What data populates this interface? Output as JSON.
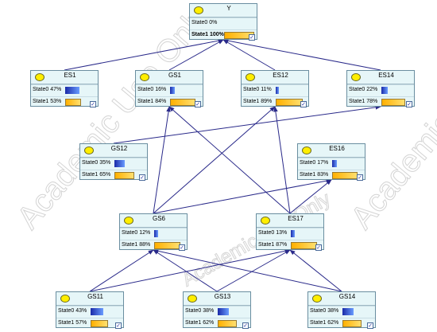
{
  "watermark": "Academic Use Only",
  "nodes": [
    {
      "id": "Y",
      "rows": [
        {
          "label": "State0",
          "value": "0%"
        },
        {
          "label": "State1",
          "value": "100%"
        }
      ],
      "p0": 0,
      "p1": 100
    },
    {
      "id": "ES1",
      "rows": [
        {
          "label": "State0",
          "value": "47%"
        },
        {
          "label": "State1",
          "value": "53%"
        }
      ],
      "p0": 47,
      "p1": 53
    },
    {
      "id": "GS1",
      "rows": [
        {
          "label": "State0",
          "value": "16%"
        },
        {
          "label": "State1",
          "value": "84%"
        }
      ],
      "p0": 16,
      "p1": 84
    },
    {
      "id": "ES12",
      "rows": [
        {
          "label": "State0",
          "value": "11%"
        },
        {
          "label": "State1",
          "value": "89%"
        }
      ],
      "p0": 11,
      "p1": 89
    },
    {
      "id": "ES14",
      "rows": [
        {
          "label": "State0",
          "value": "22%"
        },
        {
          "label": "State1",
          "value": "78%"
        }
      ],
      "p0": 22,
      "p1": 78
    },
    {
      "id": "GS12",
      "rows": [
        {
          "label": "State0",
          "value": "35%"
        },
        {
          "label": "State1",
          "value": "65%"
        }
      ],
      "p0": 35,
      "p1": 65
    },
    {
      "id": "ES16",
      "rows": [
        {
          "label": "State0",
          "value": "17%"
        },
        {
          "label": "State1",
          "value": "83%"
        }
      ],
      "p0": 17,
      "p1": 83
    },
    {
      "id": "GS6",
      "rows": [
        {
          "label": "State0",
          "value": "12%"
        },
        {
          "label": "State1",
          "value": "88%"
        }
      ],
      "p0": 12,
      "p1": 88
    },
    {
      "id": "ES17",
      "rows": [
        {
          "label": "State0",
          "value": "13%"
        },
        {
          "label": "State1",
          "value": "87%"
        }
      ],
      "p0": 13,
      "p1": 87
    },
    {
      "id": "GS11",
      "rows": [
        {
          "label": "State0",
          "value": "43%"
        },
        {
          "label": "State1",
          "value": "57%"
        }
      ],
      "p0": 43,
      "p1": 57
    },
    {
      "id": "GS13",
      "rows": [
        {
          "label": "State0",
          "value": "38%"
        },
        {
          "label": "State1",
          "value": "62%"
        }
      ],
      "p0": 38,
      "p1": 62
    },
    {
      "id": "GS14",
      "rows": [
        {
          "label": "State0",
          "value": "38%"
        },
        {
          "label": "State1",
          "value": "62%"
        }
      ],
      "p0": 38,
      "p1": 62
    }
  ],
  "edges": [
    [
      "ES1",
      "Y"
    ],
    [
      "GS1",
      "Y"
    ],
    [
      "ES12",
      "Y"
    ],
    [
      "ES14",
      "Y"
    ],
    [
      "GS12",
      "ES14"
    ],
    [
      "GS6",
      "GS1"
    ],
    [
      "GS6",
      "ES16"
    ],
    [
      "ES17",
      "GS1"
    ],
    [
      "ES17",
      "ES12"
    ],
    [
      "ES17",
      "ES16"
    ],
    [
      "GS11",
      "GS6"
    ],
    [
      "GS11",
      "ES17"
    ],
    [
      "GS13",
      "GS6"
    ],
    [
      "GS13",
      "ES17"
    ],
    [
      "GS14",
      "GS6"
    ],
    [
      "GS14",
      "ES17"
    ],
    [
      "GS6",
      "ES12"
    ]
  ]
}
